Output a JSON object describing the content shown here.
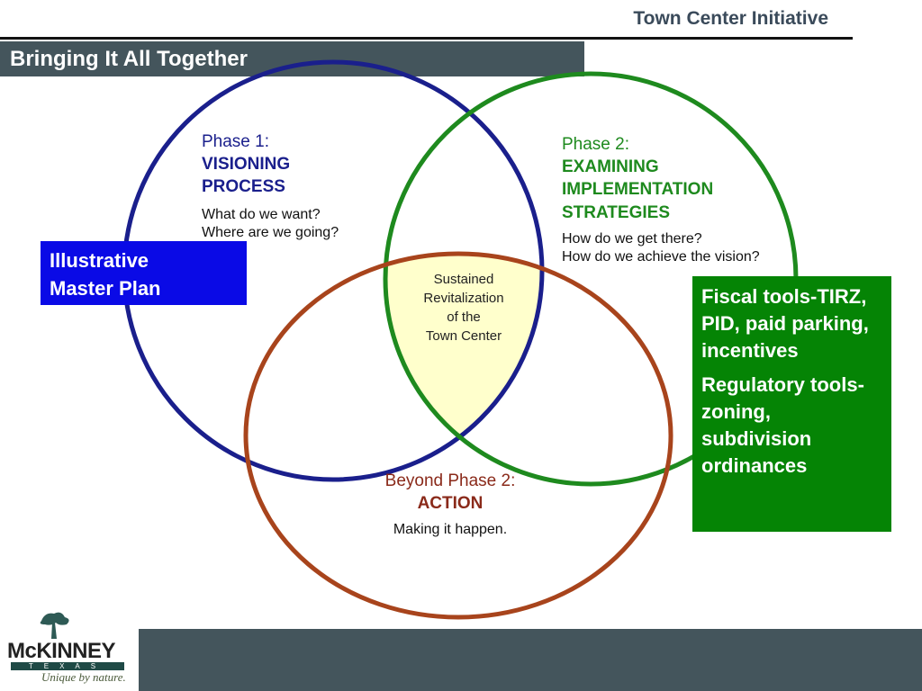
{
  "header": {
    "title": "Town Center Initiative"
  },
  "banner": {
    "title": "Bringing It All Together"
  },
  "diagram": {
    "phase1": {
      "heading": "Phase 1:",
      "title_line1": "VISIONING",
      "title_line2": "PROCESS",
      "q1": "What do we want?",
      "q2": "Where are we going?"
    },
    "phase2": {
      "heading": "Phase 2:",
      "title_line1": "EXAMINING",
      "title_line2": "IMPLEMENTATION",
      "title_line3": "STRATEGIES",
      "q1": "How do we get there?",
      "q2": "How do we achieve the vision?"
    },
    "phase3": {
      "heading": "Beyond Phase 2:",
      "title": "ACTION",
      "q1": "Making it happen."
    },
    "center": {
      "line1": "Sustained",
      "line2": "Revitalization",
      "line3": "of the",
      "line4": "Town Center"
    }
  },
  "callouts": {
    "blue": {
      "line1": "Illustrative",
      "line2": "Master Plan"
    },
    "green": {
      "para1": "Fiscal tools-TIRZ, PID, paid parking, incentives",
      "para2": "Regulatory tools-zoning, subdivision ordinances"
    }
  },
  "logo": {
    "name": "McKINNEY",
    "state": "TEXAS",
    "tagline": "Unique by nature."
  },
  "colors": {
    "circle1": "#1a1f8c",
    "circle2": "#1e8a1e",
    "circle3": "#a8441c",
    "center_fill": "#ffffcc",
    "banner": "#44555c",
    "blue_box": "#0a0ae6",
    "green_box": "#058405"
  }
}
